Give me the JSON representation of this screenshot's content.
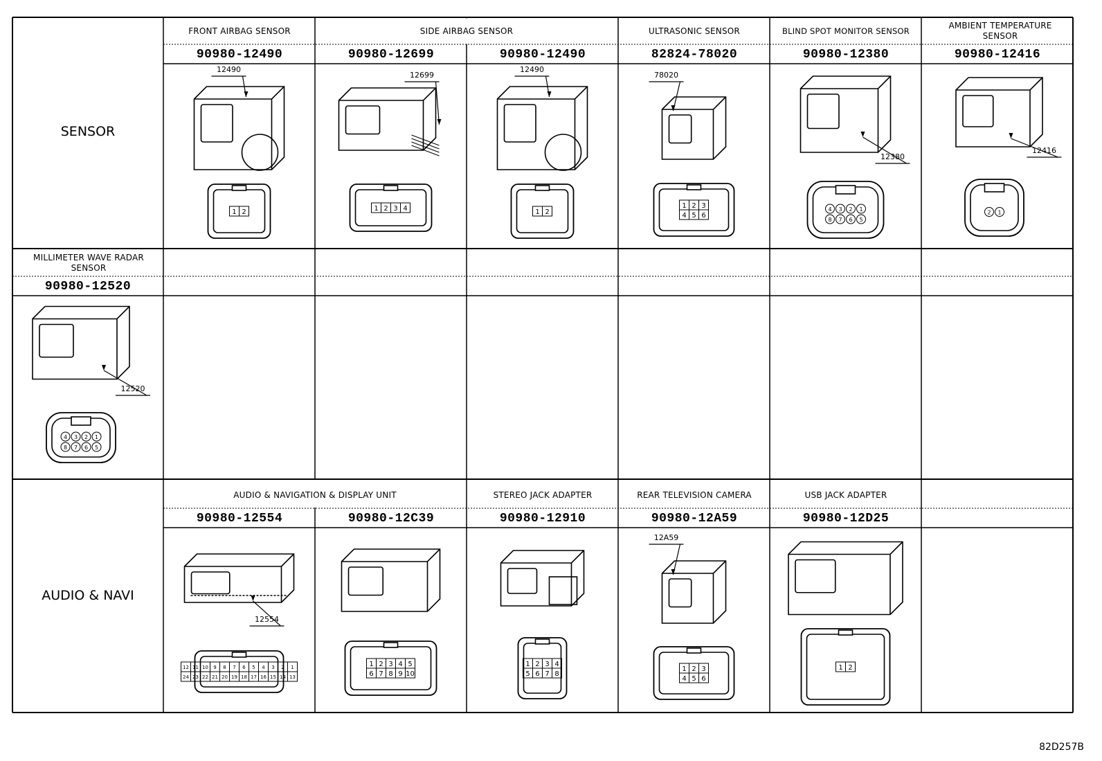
{
  "categories": {
    "sensor": "SENSOR",
    "audio": "AUDIO & NAVI"
  },
  "sensor_row": [
    {
      "header": "FRONT AIRBAG SENSOR",
      "part": "90980-12490",
      "tag": "12490",
      "pins": [
        "1",
        "2"
      ]
    },
    {
      "header": "SIDE AIRBAG SENSOR",
      "part": "90980-12699",
      "tag": "12699",
      "pins": [
        "1",
        "2",
        "3",
        "4"
      ]
    },
    {
      "header": "",
      "part": "90980-12490",
      "tag": "12490",
      "pins": [
        "1",
        "2"
      ]
    },
    {
      "header": "ULTRASONIC SENSOR",
      "part": "82824-78020",
      "tag": "78020",
      "pins": [
        "1",
        "2",
        "3",
        "4",
        "5",
        "6"
      ]
    },
    {
      "header": "BLIND SPOT MONITOR SENSOR",
      "part": "90980-12380",
      "tag": "12380",
      "pins": [
        "4",
        "3",
        "2",
        "1",
        "8",
        "7",
        "6",
        "5"
      ]
    },
    {
      "header": "AMBIENT TEMPERATURE SENSOR",
      "part": "90980-12416",
      "tag": "12416",
      "pins": [
        "2",
        "1"
      ]
    }
  ],
  "radar": {
    "header": "MILLIMETER WAVE RADAR SENSOR",
    "part": "90980-12520",
    "tag": "12520",
    "pins": [
      "4",
      "3",
      "2",
      "1",
      "8",
      "7",
      "6",
      "5"
    ]
  },
  "audio_row": [
    {
      "header": "AUDIO & NAVIGATION & DISPLAY UNIT",
      "part": "90980-12554",
      "tag": "12554",
      "pins": [
        "12",
        "11",
        "10",
        "9",
        "8",
        "7",
        "6",
        "5",
        "4",
        "3",
        "2",
        "1",
        "24",
        "23",
        "22",
        "21",
        "20",
        "19",
        "18",
        "17",
        "16",
        "15",
        "14",
        "13"
      ]
    },
    {
      "header": "",
      "part": "90980-12C39",
      "pins": [
        "1",
        "2",
        "3",
        "4",
        "5",
        "6",
        "7",
        "8",
        "9",
        "10"
      ]
    },
    {
      "header": "STEREO JACK ADAPTER",
      "part": "90980-12910",
      "pins": [
        "1",
        "2",
        "3",
        "4",
        "5",
        "6",
        "7",
        "8"
      ]
    },
    {
      "header": "REAR TELEVISION CAMERA",
      "part": "90980-12A59",
      "tag": "12A59",
      "pins": [
        "1",
        "2",
        "3",
        "4",
        "5",
        "6"
      ]
    },
    {
      "header": "USB JACK ADAPTER",
      "part": "90980-12D25",
      "pins": [
        "1",
        "2"
      ]
    }
  ],
  "figure_code": "82D257B"
}
